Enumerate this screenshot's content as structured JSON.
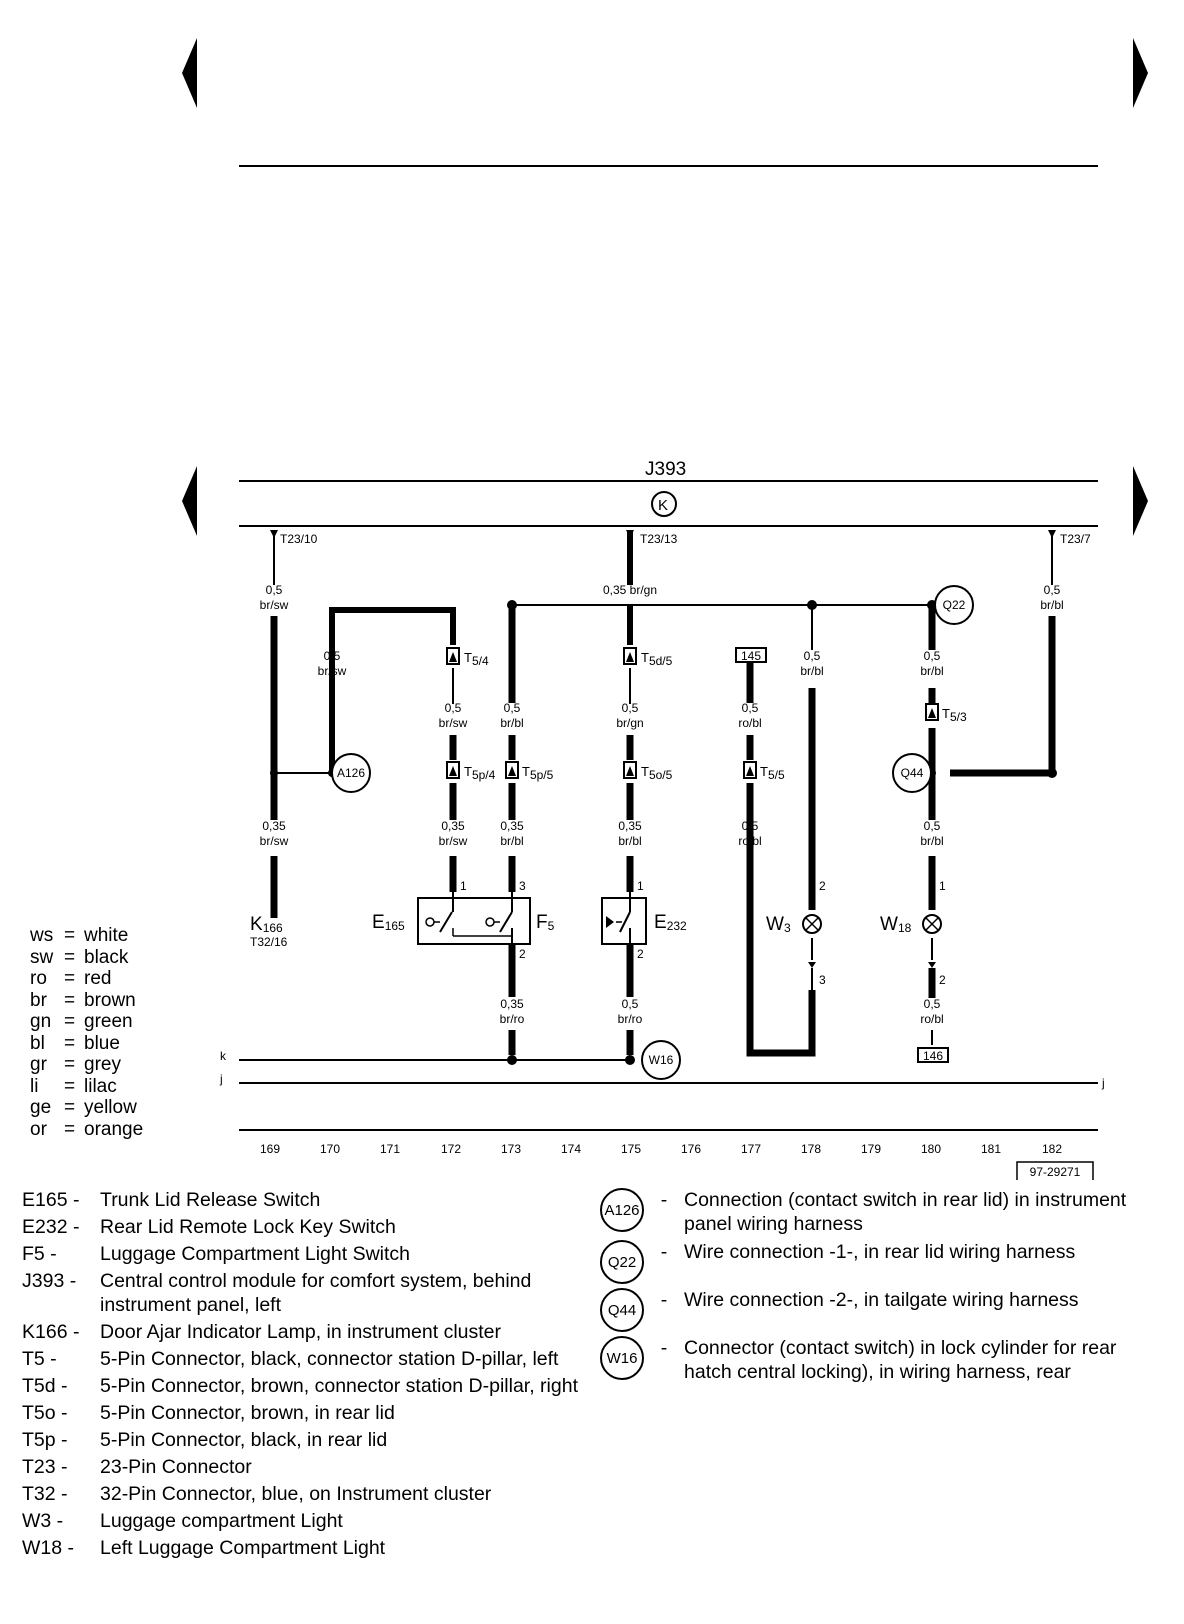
{
  "module_label": "J393",
  "module_symbol": "K",
  "doc_id": "97-29271",
  "rails": {
    "left": "k",
    "ground_left": "j",
    "ground_right": "j"
  },
  "tracks": [
    "169",
    "170",
    "171",
    "172",
    "173",
    "174",
    "175",
    "176",
    "177",
    "178",
    "179",
    "180",
    "181",
    "182"
  ],
  "pins_top": [
    "T23/10",
    "T23/13",
    "T23/7"
  ],
  "wires": {
    "w169_top": [
      "0,5",
      "br/sw"
    ],
    "w170": [
      "0,5",
      "br/sw"
    ],
    "w172_a": [
      "0,5",
      "br/sw"
    ],
    "w172_b": [
      "0,35",
      "br/sw"
    ],
    "w173_a": [
      "0,5",
      "br/bl"
    ],
    "w173_b": [
      "0,35",
      "br/bl"
    ],
    "w173_c": [
      "0,35",
      "br/ro"
    ],
    "w175_top": "0,35 br/gn",
    "w175_a": [
      "0,5",
      "br/gn"
    ],
    "w175_b": [
      "0,35",
      "br/bl"
    ],
    "w175_c": [
      "0,5",
      "br/ro"
    ],
    "w169_bot": [
      "0,35",
      "br/sw"
    ],
    "w177_a": [
      "0,5",
      "ro/bl"
    ],
    "w177_b": [
      "0,5",
      "ro/bl"
    ],
    "w178": [
      "0,5",
      "br/bl"
    ],
    "w180_a": [
      "0,5",
      "br/bl"
    ],
    "w180_b": [
      "0,5",
      "br/bl"
    ],
    "w180_c": [
      "0,5",
      "ro/bl"
    ],
    "w182": [
      "0,5",
      "br/bl"
    ]
  },
  "connectors": {
    "t5_4": [
      "T",
      "5/4"
    ],
    "t5d_5": [
      "T",
      "5d/5"
    ],
    "t5p_4": [
      "T",
      "5p/4"
    ],
    "t5p_5": [
      "T",
      "5p/5"
    ],
    "t5o_5": [
      "T",
      "5o/5"
    ],
    "t5_5": [
      "T",
      "5/5"
    ],
    "t5_3": [
      "T",
      "5/3"
    ]
  },
  "junctions": {
    "a126": "A126",
    "q22": "Q22",
    "q44": "Q44",
    "w16": "W16"
  },
  "boxes": {
    "ref145": "145",
    "ref146": "146"
  },
  "components": {
    "k166": [
      "K",
      "166"
    ],
    "k166_pin": "T32/16",
    "e165": [
      "E",
      "165"
    ],
    "f5": [
      "F",
      "5"
    ],
    "e232": [
      "E",
      "232"
    ],
    "w3": [
      "W",
      "3"
    ],
    "w18": [
      "W",
      "18"
    ]
  },
  "pin_numbers": {
    "e165_1": "1",
    "f5_3": "3",
    "f5_2": "2",
    "e232_1": "1",
    "e232_2": "2",
    "w3_2": "2",
    "w3_3": "3",
    "w18_1": "1",
    "w18_2": "2"
  },
  "color_key": [
    {
      "abbr": "ws",
      "name": "white"
    },
    {
      "abbr": "sw",
      "name": "black"
    },
    {
      "abbr": "ro",
      "name": "red"
    },
    {
      "abbr": "br",
      "name": "brown"
    },
    {
      "abbr": "gn",
      "name": "green"
    },
    {
      "abbr": "bl",
      "name": "blue"
    },
    {
      "abbr": "gr",
      "name": "grey"
    },
    {
      "abbr": "li",
      "name": "lilac"
    },
    {
      "abbr": "ge",
      "name": "yellow"
    },
    {
      "abbr": "or",
      "name": "orange"
    }
  ],
  "legend_components": [
    {
      "code": "E165 -",
      "desc": "Trunk Lid Release Switch"
    },
    {
      "code": "E232 -",
      "desc": "Rear Lid Remote Lock Key Switch"
    },
    {
      "code": "F5   -",
      "desc": "Luggage Compartment Light Switch"
    },
    {
      "code": "J393 -",
      "desc": "Central control module for comfort system, behind instrument panel, left"
    },
    {
      "code": "K166 -",
      "desc": "Door Ajar Indicator Lamp, in instrument cluster"
    },
    {
      "code": "T5   -",
      "desc": "5-Pin Connector, black, connector station D-pillar, left"
    },
    {
      "code": "T5d  -",
      "desc": "5-Pin Connector, brown, connector station D-pillar, right"
    },
    {
      "code": "T5o  -",
      "desc": "5-Pin Connector, brown, in rear lid"
    },
    {
      "code": "T5p  -",
      "desc": "5-Pin Connector, black, in rear lid"
    },
    {
      "code": "T23  -",
      "desc": "23-Pin Connector"
    },
    {
      "code": "T32  -",
      "desc": "32-Pin Connector, blue, on Instrument cluster"
    },
    {
      "code": "W3   -",
      "desc": "Luggage compartment Light"
    },
    {
      "code": "W18  -",
      "desc": "Left Luggage Compartment Light"
    }
  ],
  "legend_connections": [
    {
      "badge": "A126",
      "desc": "Connection (contact switch in rear lid) in instrument panel wiring harness"
    },
    {
      "badge": "Q22",
      "desc": "Wire connection -1-, in rear lid wiring harness"
    },
    {
      "badge": "Q44",
      "desc": "Wire connection -2-, in tailgate wiring harness"
    },
    {
      "badge": "W16",
      "desc": "Connector (contact switch) in lock cylinder for rear hatch central locking), in wiring harness, rear"
    }
  ],
  "colors": {
    "ink": "#000000",
    "paper": "#ffffff"
  }
}
